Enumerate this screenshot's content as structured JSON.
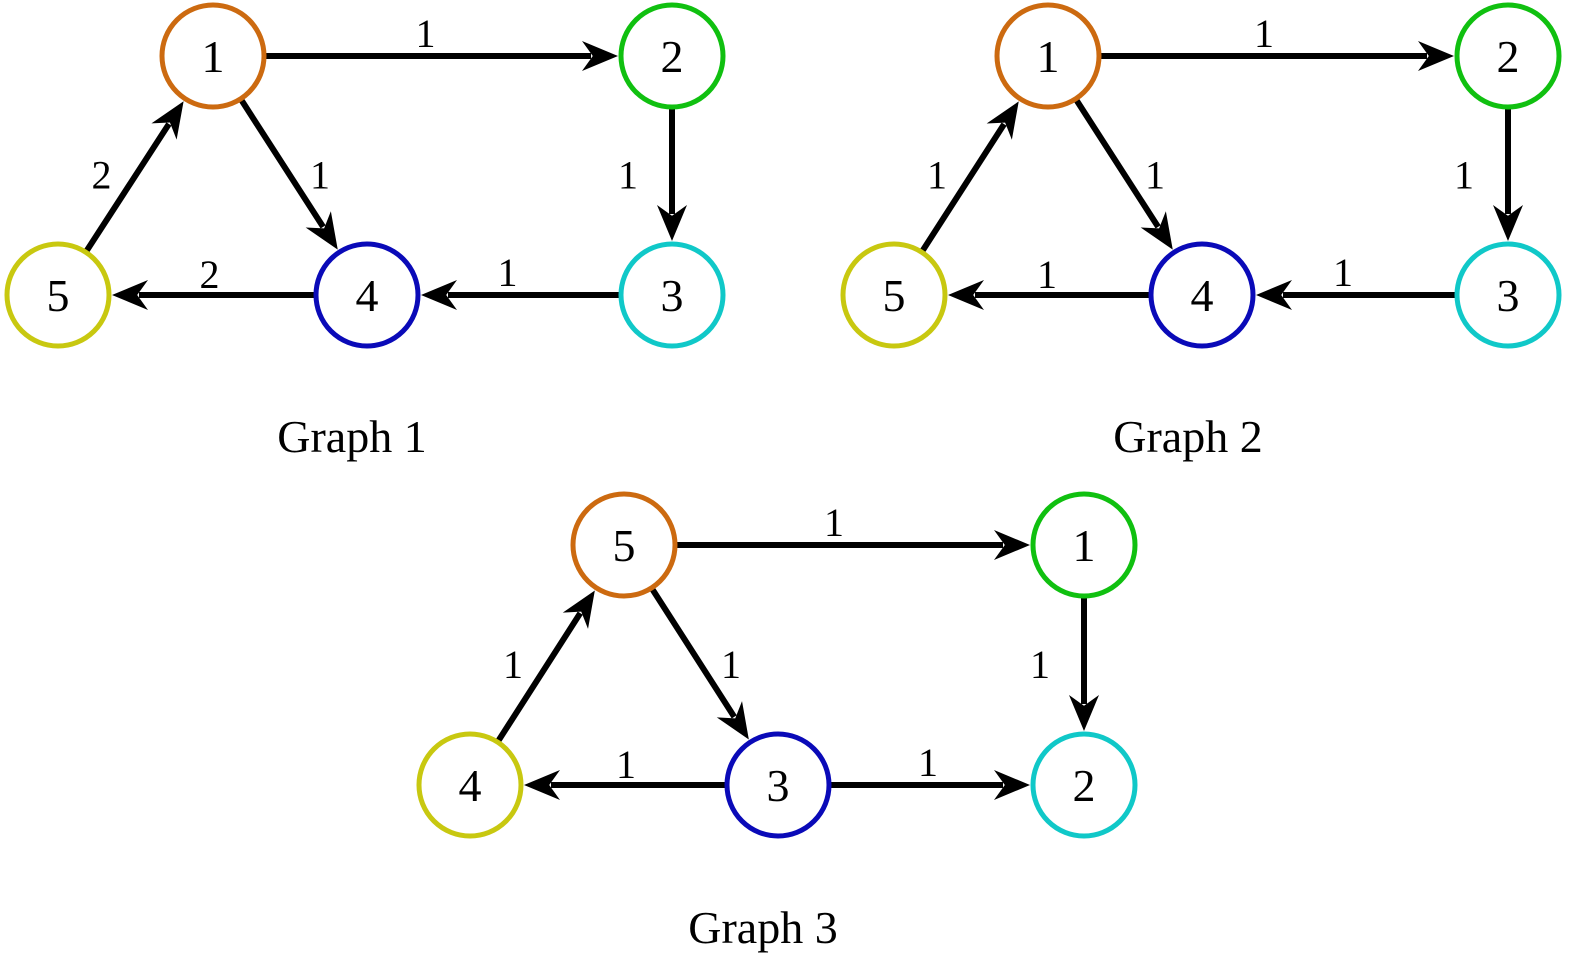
{
  "colors": {
    "orange": "#cc6a10",
    "green": "#10c010",
    "cyan": "#10c8c8",
    "blue": "#0a0ab8",
    "yellow": "#c8c810",
    "edge": "#000000"
  },
  "graphs": [
    {
      "caption": "Graph 1",
      "nodes": [
        {
          "id": "n1",
          "label": "1",
          "color": "#cc6a10"
        },
        {
          "id": "n2",
          "label": "2",
          "color": "#10c010"
        },
        {
          "id": "n3",
          "label": "3",
          "color": "#10c8c8"
        },
        {
          "id": "n4",
          "label": "4",
          "color": "#0a0ab8"
        },
        {
          "id": "n5",
          "label": "5",
          "color": "#c8c810"
        }
      ],
      "edges": [
        {
          "from": "n1",
          "to": "n2",
          "weight": "1"
        },
        {
          "from": "n2",
          "to": "n3",
          "weight": "1"
        },
        {
          "from": "n3",
          "to": "n4",
          "weight": "1"
        },
        {
          "from": "n1",
          "to": "n4",
          "weight": "1"
        },
        {
          "from": "n4",
          "to": "n5",
          "weight": "2"
        },
        {
          "from": "n5",
          "to": "n1",
          "weight": "2"
        }
      ]
    },
    {
      "caption": "Graph 2",
      "nodes": [
        {
          "id": "n1",
          "label": "1",
          "color": "#cc6a10"
        },
        {
          "id": "n2",
          "label": "2",
          "color": "#10c010"
        },
        {
          "id": "n3",
          "label": "3",
          "color": "#10c8c8"
        },
        {
          "id": "n4",
          "label": "4",
          "color": "#0a0ab8"
        },
        {
          "id": "n5",
          "label": "5",
          "color": "#c8c810"
        }
      ],
      "edges": [
        {
          "from": "n1",
          "to": "n2",
          "weight": "1"
        },
        {
          "from": "n2",
          "to": "n3",
          "weight": "1"
        },
        {
          "from": "n3",
          "to": "n4",
          "weight": "1"
        },
        {
          "from": "n1",
          "to": "n4",
          "weight": "1"
        },
        {
          "from": "n4",
          "to": "n5",
          "weight": "1"
        },
        {
          "from": "n5",
          "to": "n1",
          "weight": "1"
        }
      ]
    },
    {
      "caption": "Graph 3",
      "nodes": [
        {
          "id": "n5",
          "label": "5",
          "color": "#cc6a10"
        },
        {
          "id": "n1",
          "label": "1",
          "color": "#10c010"
        },
        {
          "id": "n2",
          "label": "2",
          "color": "#10c8c8"
        },
        {
          "id": "n3",
          "label": "3",
          "color": "#0a0ab8"
        },
        {
          "id": "n4",
          "label": "4",
          "color": "#c8c810"
        }
      ],
      "edges": [
        {
          "from": "n5",
          "to": "n1",
          "weight": "1"
        },
        {
          "from": "n1",
          "to": "n2",
          "weight": "1"
        },
        {
          "from": "n3",
          "to": "n2",
          "weight": "1"
        },
        {
          "from": "n5",
          "to": "n3",
          "weight": "1"
        },
        {
          "from": "n3",
          "to": "n4",
          "weight": "1"
        },
        {
          "from": "n4",
          "to": "n5",
          "weight": "1"
        }
      ]
    }
  ]
}
